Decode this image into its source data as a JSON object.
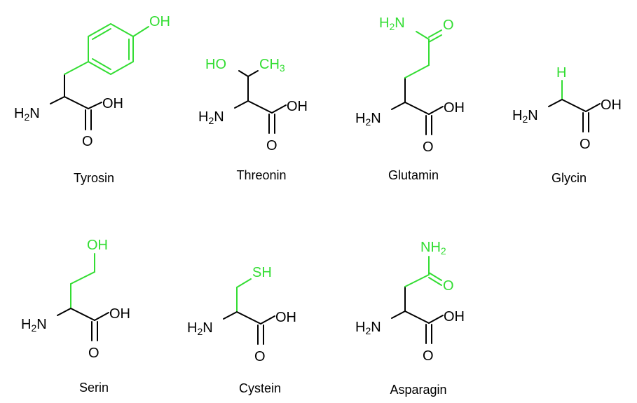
{
  "colors": {
    "backbone": "#000000",
    "side_chain": "#33dd33"
  },
  "atoms": {
    "amine_main": "H",
    "amine_sub": "2",
    "amine_tail": "N",
    "hydroxyl": "OH",
    "oxygen": "O",
    "methyl_main": "CH",
    "methyl_sub": "3",
    "hydroxyl_left": "HO",
    "thiol": "SH",
    "hydrogen": "H",
    "amide_left_main": "H",
    "amide_left_sub": "2",
    "amide_left_tail": "N",
    "amide_main": "NH",
    "amide_sub": "2"
  },
  "molecules": [
    {
      "name": "Tyrosin"
    },
    {
      "name": "Threonin"
    },
    {
      "name": "Glutamin"
    },
    {
      "name": "Glycin"
    },
    {
      "name": "Serin"
    },
    {
      "name": "Cystein"
    },
    {
      "name": "Asparagin"
    }
  ]
}
